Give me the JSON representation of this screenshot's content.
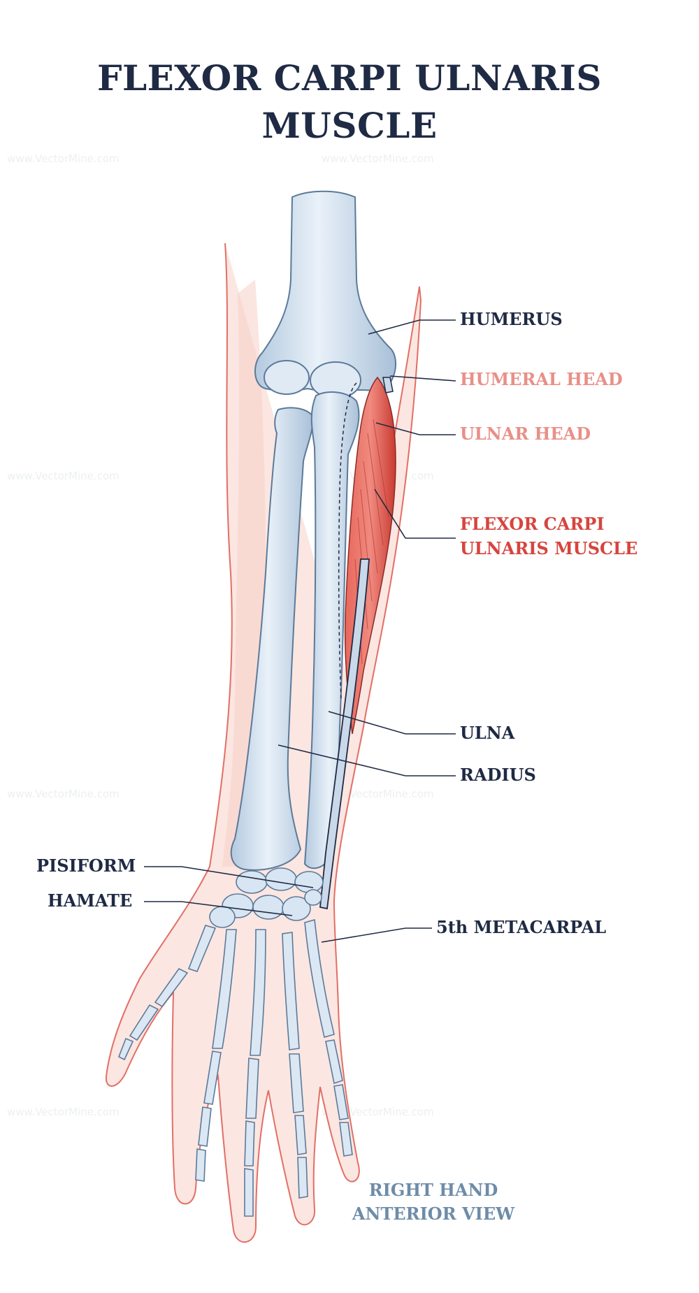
{
  "title": {
    "line1": "FLEXOR CARPI ULNARIS",
    "line2": "MUSCLE"
  },
  "labels": {
    "humerus": "HUMERUS",
    "humeral_head": "HUMERAL HEAD",
    "ulnar_head": "ULNAR HEAD",
    "fcu_line1": "FLEXOR CARPI",
    "fcu_line2": "ULNARIS MUSCLE",
    "ulna": "ULNA",
    "radius": "RADIUS",
    "pisiform": "PISIFORM",
    "hamate": "HAMATE",
    "metacarpal": "5th METACARPAL"
  },
  "view": {
    "line1": "RIGHT HAND",
    "line2": "ANTERIOR VIEW"
  },
  "watermark": "www.VectorMine.com",
  "colors": {
    "title": "#1f2a44",
    "label_dark": "#1f2a44",
    "label_pink": "#e89088",
    "label_red": "#d6453e",
    "label_blue": "#6d8ca8",
    "bone_fill": "#c9d9ea",
    "bone_stroke": "#5c7a99",
    "skin_fill": "#fce5df",
    "skin_stroke": "#e26f66",
    "muscle": "#d9493f"
  }
}
